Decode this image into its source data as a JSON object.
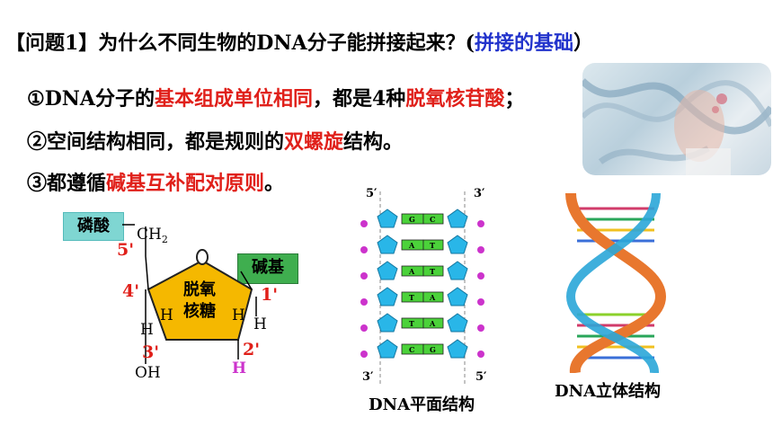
{
  "question": {
    "prefix": "【问题1】为什么不同生物的DNA分子能拼接起来？(",
    "highlight": "拼接的基础",
    "suffix": "）"
  },
  "points": [
    {
      "a": "①DNA分子的",
      "red": "基本组成单位相同",
      "b": "，都是4种",
      "red2": "脱氧核苷酸",
      "c": "；"
    },
    {
      "a": "②空间结构相同，都是规则的",
      "red": "双螺旋",
      "b": "结构。"
    },
    {
      "a": "③都遵循",
      "red": "碱基互补配对原则",
      "b": "。"
    }
  ],
  "nucleotide": {
    "phosphate_label": "磷酸",
    "base_label": "碱基",
    "sugar_line1": "脱氧",
    "sugar_line2": "核糖",
    "ch2": "CH",
    "ch2_sub": "2",
    "ring_o": "O",
    "c5": "5'",
    "c4": "4'",
    "c3": "3'",
    "c2": "2'",
    "c1": "1'",
    "h": "H",
    "oh": "OH"
  },
  "flat_structure": {
    "caption": "DNA平面结构",
    "top_left": "5′",
    "top_right": "3′",
    "bottom_left": "3′",
    "bottom_right": "5′",
    "pairs": [
      [
        "G",
        "C"
      ],
      [
        "A",
        "T"
      ],
      [
        "A",
        "T"
      ],
      [
        "T",
        "A"
      ],
      [
        "T",
        "A"
      ],
      [
        "C",
        "G"
      ]
    ]
  },
  "helix": {
    "caption": "DNA立体结构"
  },
  "colors": {
    "red": "#e0201a",
    "blue": "#2233cc",
    "sugar": "#f5b800",
    "phosphate_tag": "#7fd6d2",
    "base_tag": "#3fae4f",
    "pentagon": "#29b6e8",
    "pair_green": "#4bd23a",
    "magenta": "#cc33cc"
  }
}
